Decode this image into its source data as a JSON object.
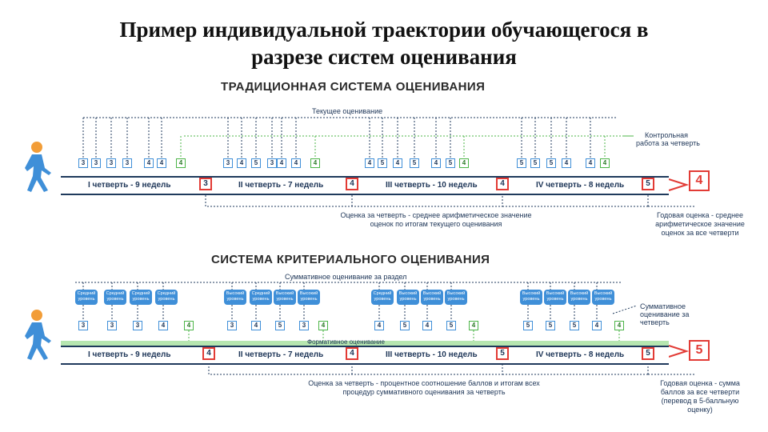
{
  "title": {
    "line1": "Пример индивидуальной траектории обучающегося в",
    "line2": "разрезе систем оценивания"
  },
  "traditional": {
    "heading": "ТРАДИЦИОННАЯ СИСТЕМА ОЦЕНИВАНИЯ",
    "current_label": "Текущее оценивание",
    "control_label_1": "Контрольная",
    "control_label_2": "работа за четверть",
    "quarters": [
      "I четверть - 9 недель",
      "II четверть - 7 недель",
      "III четверть - 10 недель",
      "IV четверть - 8 недель"
    ],
    "quarter_grades": [
      "3",
      "4",
      "4",
      "5"
    ],
    "final_grade": "4",
    "grades": [
      "3",
      "3",
      "3",
      "3",
      "4",
      "4",
      "4",
      "3",
      "4",
      "5",
      "3",
      "4",
      "4",
      "4",
      "4",
      "5",
      "4",
      "5",
      "4",
      "5",
      "4",
      "5",
      "5",
      "5",
      "4",
      "4",
      "4"
    ],
    "note_1": "Оценка за четверть - среднее арифметическое значение",
    "note_2": "оценок по итогам текущего оценивания",
    "annual_1": "Годовая оценка - среднее",
    "annual_2": "арифметическое значение",
    "annual_3": "оценок за все четверти"
  },
  "criterial": {
    "heading": "СИСТЕМА КРИТЕРИАЛЬНОГО ОЦЕНИВАНИЯ",
    "summative_section_label": "Суммативное оценивание за раздел",
    "summative_quarter_1": "Суммативное",
    "summative_quarter_2": "оценивание за",
    "summative_quarter_3": "четверть",
    "formative_label": "Формативное оценивание",
    "quarters": [
      "I четверть - 9 недель",
      "II четверть - 7 недель",
      "III четверть - 10 недель",
      "IV четверть - 8 недель"
    ],
    "quarter_grades": [
      "4",
      "4",
      "5",
      "5"
    ],
    "final_grade": "5",
    "levels": [
      "Средний уровень",
      "Средний уровень",
      "Средний уровень",
      "Средний уровень",
      "Высокий уровень",
      "Средний уровень",
      "Высокий уровень",
      "Высокий уровень",
      "Средний уровень",
      "Высокий уровень",
      "Высокий уровень",
      "Высокий уровень",
      "Высокий уровень",
      "Высокий уровень",
      "Высокий уровень",
      "Высокий уровень"
    ],
    "grades": [
      "3",
      "3",
      "3",
      "4",
      "4",
      "3",
      "4",
      "5",
      "3",
      "4",
      "4",
      "5",
      "4",
      "5",
      "4",
      "5",
      "5",
      "5",
      "4",
      "4"
    ],
    "note_1": "Оценка за четверть - процентное соотношение баллов и итогам всех",
    "note_2": "процедур суммативного оценивания за четверть",
    "annual_1": "Годовая оценка - сумма",
    "annual_2": "баллов за все четверти",
    "annual_3": "(перевод в 5-балльную",
    "annual_4": "оценку)"
  },
  "colors": {
    "grade_blue": "#3f8fd8",
    "grade_green": "#4cb548",
    "quarter_red": "#e23b35",
    "band_navy": "#1f3a5c",
    "formative_green": "#b6e6b0"
  },
  "icons": [
    "walking-person-icon",
    "red-arrow-icon"
  ]
}
